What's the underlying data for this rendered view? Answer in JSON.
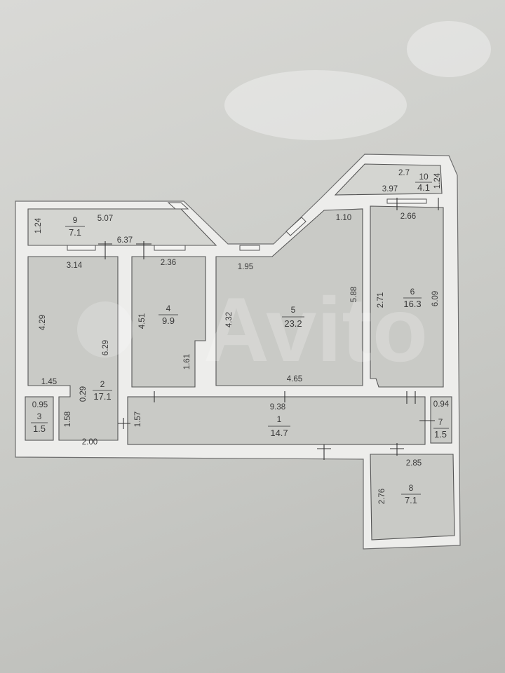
{
  "watermark": "Avito",
  "rooms": [
    {
      "id": "room-1",
      "number": "1",
      "area": "14.7"
    },
    {
      "id": "room-2",
      "number": "2",
      "area": "17.1"
    },
    {
      "id": "room-3",
      "number": "3",
      "area": "1.5"
    },
    {
      "id": "room-4",
      "number": "4",
      "area": "9.9"
    },
    {
      "id": "room-5",
      "number": "5",
      "area": "23.2"
    },
    {
      "id": "room-6",
      "number": "6",
      "area": "16.3"
    },
    {
      "id": "room-7",
      "number": "7",
      "area": "1.5"
    },
    {
      "id": "room-8",
      "number": "8",
      "area": "7.1"
    },
    {
      "id": "room-9",
      "number": "9",
      "area": "7.1"
    },
    {
      "id": "room-10",
      "number": "10",
      "area": "4.1"
    }
  ],
  "dimensions": [
    "1.24",
    "5.07",
    "6.37",
    "3.14",
    "2.36",
    "1.95",
    "1.10",
    "2.7",
    "1.24",
    "3.97",
    "2.66",
    "4.29",
    "6.29",
    "4.51",
    "1.61",
    "4.32",
    "5.88",
    "2.71",
    "6.09",
    "1.45",
    "0.29",
    "4.65",
    "0.95",
    "1.58",
    "1.57",
    "9.38",
    "0.94",
    "2.00",
    "2.85",
    "2.76"
  ]
}
